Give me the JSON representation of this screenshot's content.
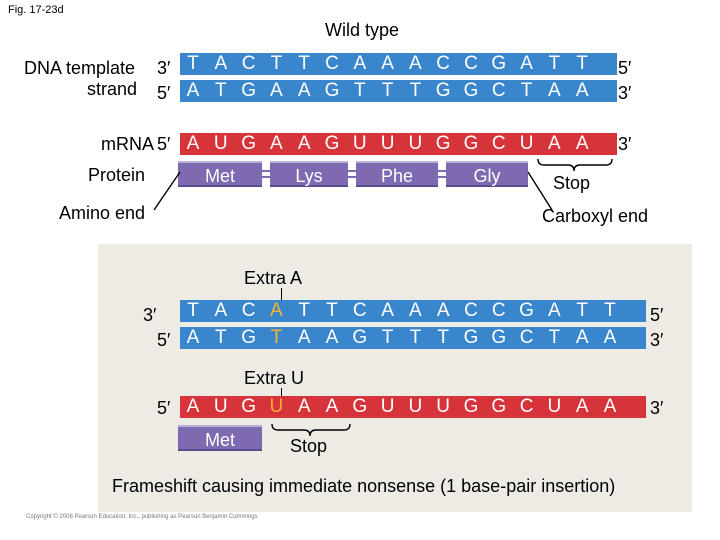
{
  "figure_label": "Fig. 17-23d",
  "wild_type": {
    "title": "Wild type",
    "template_label_line1": "DNA template",
    "template_label_line2": "strand",
    "template": {
      "five_prime": "3′",
      "three_prime": "5′",
      "bases": [
        "T",
        "A",
        "C",
        "T",
        "T",
        "C",
        "A",
        "A",
        "A",
        "C",
        "C",
        "G",
        "A",
        "T",
        "T"
      ]
    },
    "coding": {
      "five_prime": "5′",
      "three_prime": "3′",
      "bases": [
        "A",
        "T",
        "G",
        "A",
        "A",
        "G",
        "T",
        "T",
        "T",
        "G",
        "G",
        "C",
        "T",
        "A",
        "A"
      ]
    },
    "mrna_label": "mRNA",
    "mrna": {
      "five_prime": "5′",
      "three_prime": "3′",
      "bases": [
        "A",
        "U",
        "G",
        "A",
        "A",
        "G",
        "U",
        "U",
        "U",
        "G",
        "G",
        "C",
        "U",
        "A",
        "A"
      ]
    },
    "protein_label": "Protein",
    "amino_acids": [
      "Met",
      "Lys",
      "Phe",
      "Gly"
    ],
    "stop_label": "Stop",
    "amino_end_label": "Amino end",
    "carboxyl_end_label": "Carboxyl end"
  },
  "mutant": {
    "extra_a_label": "Extra A",
    "template": {
      "five_prime": "3′",
      "three_prime": "5′",
      "bases": [
        "T",
        "A",
        "C",
        "A",
        "T",
        "T",
        "C",
        "A",
        "A",
        "A",
        "C",
        "C",
        "G",
        "A",
        "T",
        "T"
      ],
      "highlight_index": 3
    },
    "coding": {
      "five_prime": "5′",
      "three_prime": "3′",
      "bases": [
        "A",
        "T",
        "G",
        "T",
        "A",
        "A",
        "G",
        "T",
        "T",
        "T",
        "G",
        "G",
        "C",
        "T",
        "A",
        "A"
      ],
      "highlight_index": 3
    },
    "extra_u_label": "Extra U",
    "mrna": {
      "five_prime": "5′",
      "three_prime": "3′",
      "bases": [
        "A",
        "U",
        "G",
        "U",
        "A",
        "A",
        "G",
        "U",
        "U",
        "U",
        "G",
        "G",
        "C",
        "U",
        "A",
        "A"
      ],
      "highlight_index": 3
    },
    "amino_acids": [
      "Met"
    ],
    "stop_label": "Stop",
    "caption": "Frameshift causing immediate nonsense (1 base-pair insertion)"
  },
  "copyright": "Copyright © 2008 Pearson Education, Inc., publishing as Pearson Benjamin Cummings",
  "colors": {
    "dna": "#3a86cc",
    "mrna": "#d6333a",
    "protein": "#7e6ab0",
    "highlight": "#f2b233",
    "panel": "#eeebe5"
  }
}
